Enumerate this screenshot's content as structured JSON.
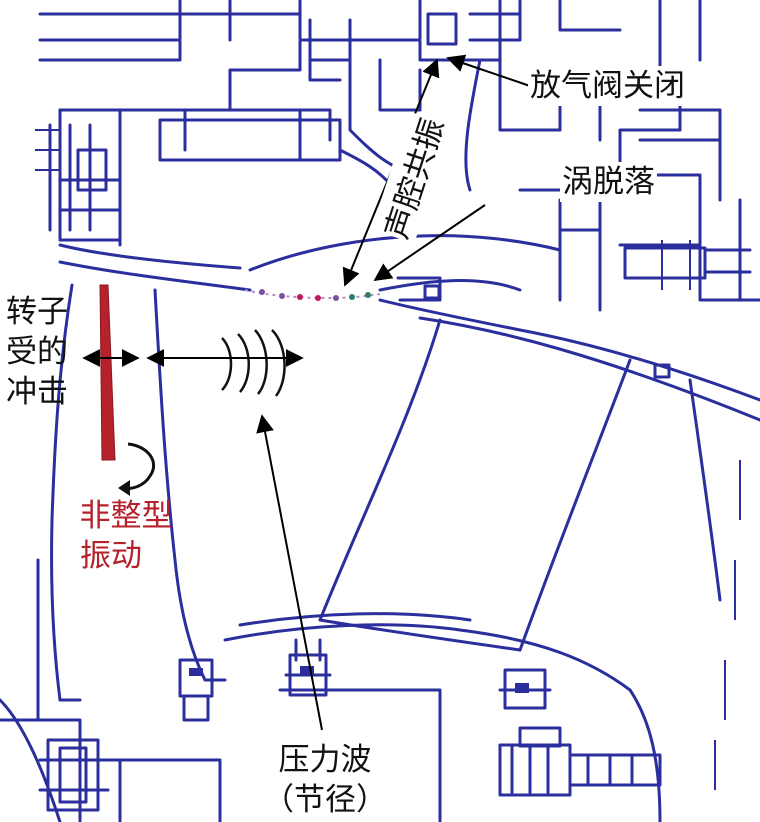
{
  "labels": {
    "bleed_valve_closed": "放气阀关闭",
    "acoustic_resonance": "声腔共振",
    "vortex_shedding": "涡脱落",
    "rotor_impact_line1": "转子",
    "rotor_impact_line2": "受的",
    "rotor_impact_line3": "冲击",
    "non_integral_line1": "非整型",
    "non_integral_line2": "振动",
    "pressure_wave_line1": "压力波",
    "pressure_wave_line2": "（节径）"
  },
  "colors": {
    "drawing": "#2b2f9e",
    "text": "#111111",
    "highlight": "#b5222b",
    "vortex_dots": [
      "#7a4fa0",
      "#c2185b",
      "#2e7d6b"
    ]
  }
}
